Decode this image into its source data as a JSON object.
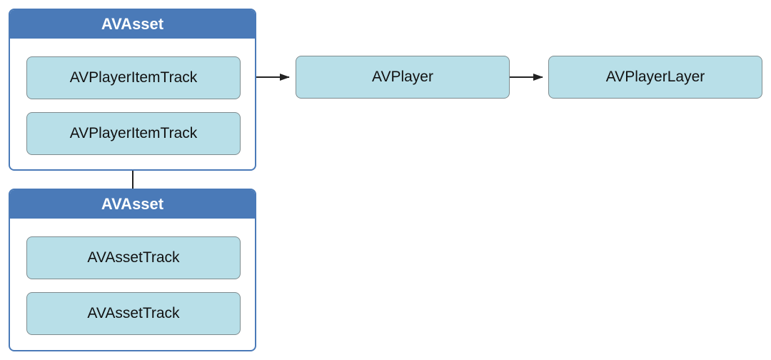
{
  "colors": {
    "group_border": "#4a7ab8",
    "group_header": "#4a7ab8",
    "node_fill": "#b8dfe8",
    "node_border": "#7f8c8f",
    "arrow": "#222222"
  },
  "groups": [
    {
      "title": "AVAsset",
      "items": [
        "AVPlayerItemTrack",
        "AVPlayerItemTrack"
      ]
    },
    {
      "title": "AVAsset",
      "items": [
        "AVAssetTrack",
        "AVAssetTrack"
      ]
    }
  ],
  "nodes": {
    "player": "AVPlayer",
    "player_layer": "AVPlayerLayer"
  },
  "connections": [
    {
      "from": "groups.0",
      "to": "nodes.player",
      "type": "arrow"
    },
    {
      "from": "nodes.player",
      "to": "nodes.player_layer",
      "type": "arrow"
    },
    {
      "from": "groups.0",
      "to": "groups.1",
      "type": "line"
    }
  ]
}
